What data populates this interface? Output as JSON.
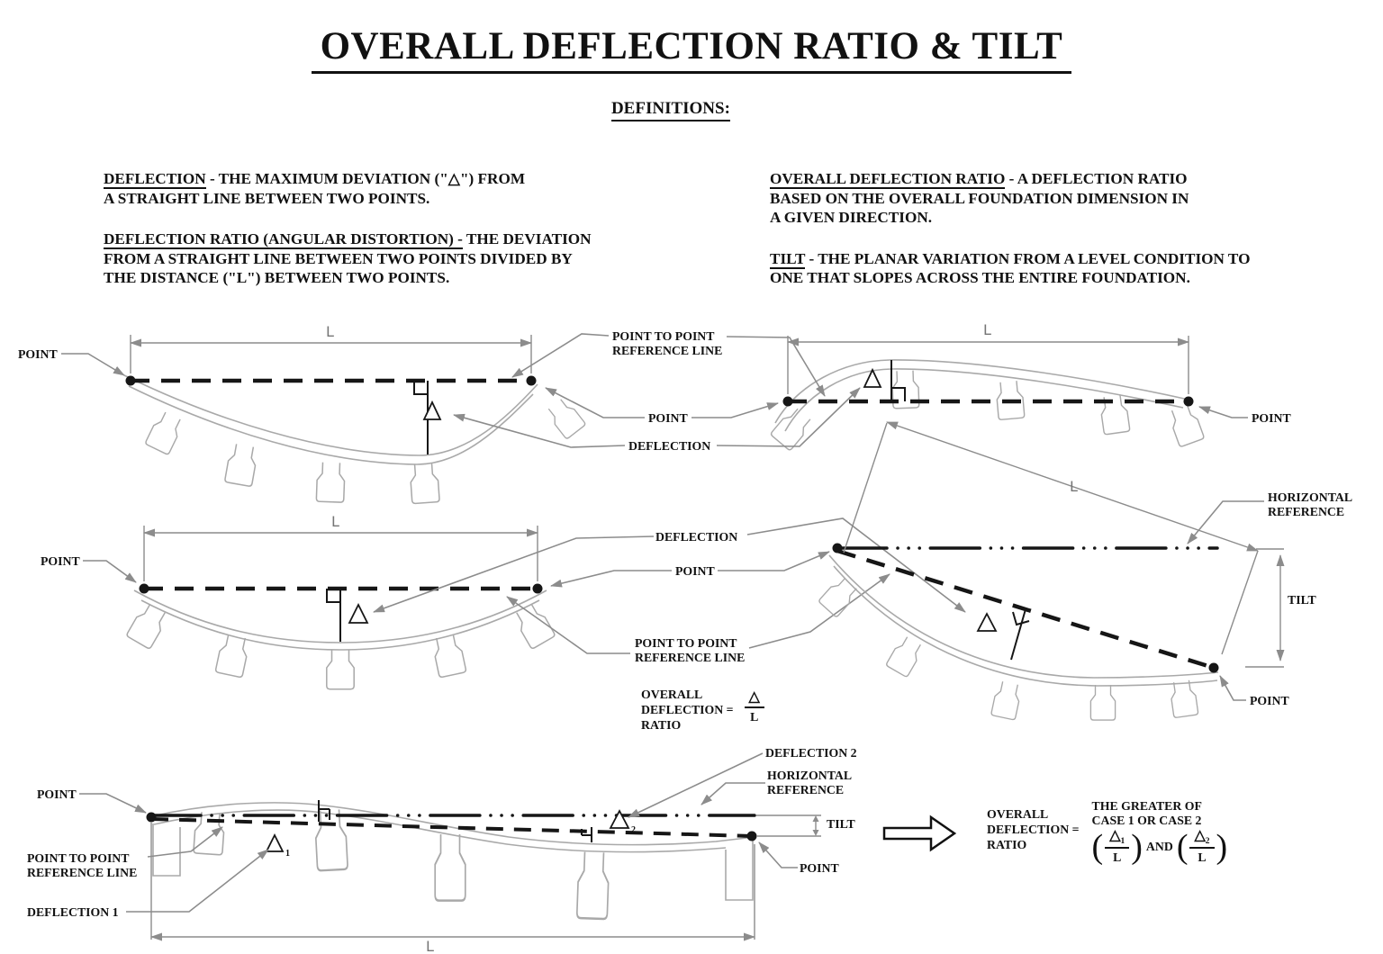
{
  "title": "OVERALL DEFLECTION RATIO & TILT",
  "definitions_heading": "DEFINITIONS:",
  "defs": {
    "l1": {
      "term": "DEFLECTION",
      "rest": " - THE MAXIMUM DEVIATION (\"△\") FROM",
      "line2": "A STRAIGHT LINE BETWEEN TWO POINTS."
    },
    "l2": {
      "term": "DEFLECTION  RATIO (ANGULAR DISTORTION) -",
      "rest": " THE DEVIATION",
      "line2": "FROM A STRAIGHT LINE BETWEEN TWO POINTS DIVIDED BY",
      "line3": "THE DISTANCE (\"L\") BETWEEN TWO POINTS."
    },
    "r1": {
      "term": "OVERALL DEFLECTION RATIO",
      "rest": " - A DEFLECTION RATIO",
      "line2": "BASED ON THE OVERALL FOUNDATION DIMENSION IN",
      "line3": "A GIVEN DIRECTION."
    },
    "r2": {
      "term": "TILT",
      "rest": " - THE PLANAR VARIATION FROM A LEVEL CONDITION TO",
      "line2": "ONE THAT SLOPES ACROSS THE ENTIRE FOUNDATION."
    }
  },
  "labels": {
    "point": "POINT",
    "l": "L",
    "p2p1": "POINT TO POINT",
    "p2p2": "REFERENCE LINE",
    "deflection": "DEFLECTION",
    "deflection1": "DEFLECTION 1",
    "deflection2": "DEFLECTION 2",
    "horiz1": "HORIZONTAL",
    "horiz2": "REFERENCE",
    "tilt": "TILT",
    "sub1": "1",
    "sub2": "2"
  },
  "formula1": {
    "l1": "OVERALL",
    "l2": "DEFLECTION =",
    "l3": "RATIO",
    "num": "△",
    "den": "L"
  },
  "formula2": {
    "l1": "OVERALL",
    "l2": "DEFLECTION =",
    "l3": "RATIO",
    "note1": "THE GREATER OF",
    "note2": "CASE 1 OR CASE 2",
    "open": "(",
    "close": ")",
    "delta": "△",
    "sub1": "1",
    "sub2": "2",
    "den": "L",
    "and": "AND"
  },
  "colors": {
    "ink": "#111111",
    "leader_gray": "#8c8c8c",
    "foundation_gray": "#a9a9a9"
  }
}
